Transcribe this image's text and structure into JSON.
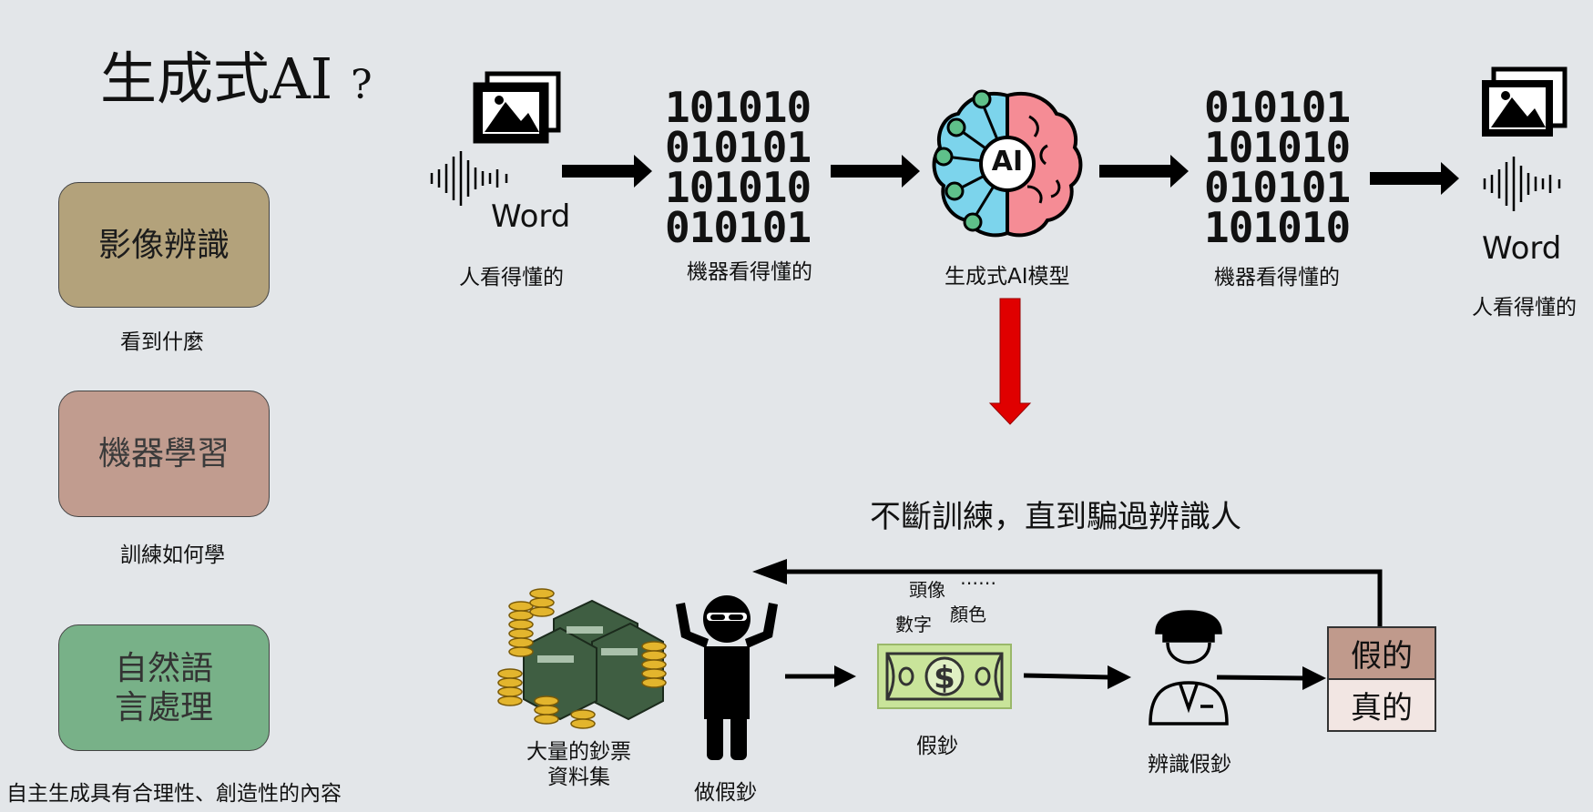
{
  "title": {
    "main": "生成式AI",
    "mark": "?"
  },
  "categories": [
    {
      "label": "影像辨識",
      "note": "看到什麼"
    },
    {
      "label": "機器學習",
      "note": "訓練如何學"
    },
    {
      "label": "自然語言處理",
      "note": "自主生成具有合理性、創造性的內容"
    }
  ],
  "pipeline": {
    "input_word": "Word",
    "input_label": "人看得懂的",
    "binary_in": "101010\n010101\n101010\n010101",
    "binary_in_label": "機器看得懂的",
    "model_badge": "AI",
    "model_label": "生成式AI模型",
    "binary_out": "010101\n101010\n010101\n101010",
    "binary_out_label": "機器看得懂的",
    "output_word": "Word",
    "output_label": "人看得懂的"
  },
  "training": {
    "heading": "不斷訓練，直到騙過辨識人",
    "dataset_label": "大量的鈔票\n資料集",
    "forger_label": "做假鈔",
    "features": {
      "portrait": "頭像",
      "ellipsis": "⋯⋯",
      "digits": "數字",
      "color": "顏色"
    },
    "bill_label": "假鈔",
    "checker_label": "辨識假鈔",
    "verdict_fake": "假的",
    "verdict_real": "真的"
  },
  "colors": {
    "red_arrow": "#e00000",
    "ai_left": "#7cd4ec",
    "ai_right": "#f58c95",
    "node": "#5fc08a",
    "money": "#c9e49a",
    "gold": "#e3b52d"
  }
}
